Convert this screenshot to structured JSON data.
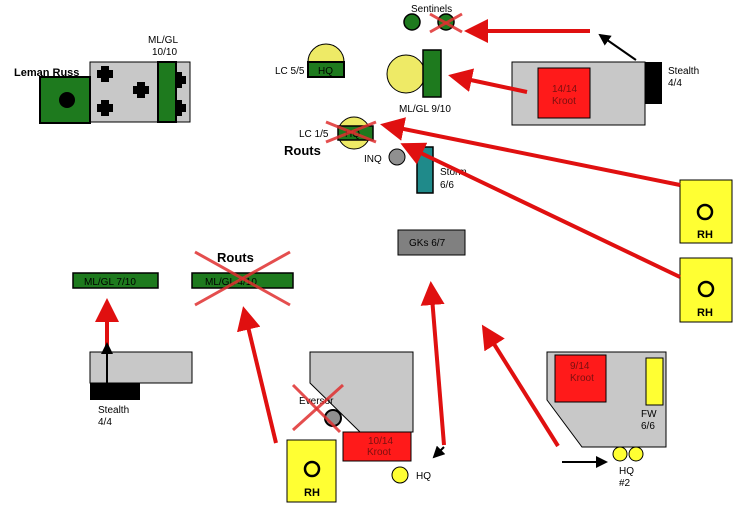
{
  "colors": {
    "green": "#1e7a1e",
    "grey": "#c8c8c8",
    "red": "#ff1a1a",
    "yellow": "#ffff33",
    "teal": "#1f8a8a",
    "dark_grey": "#808080",
    "arrow": "#e01010"
  },
  "units": {
    "leman_russ": "Leman Russ",
    "mlgl_1010": [
      "ML/GL",
      "10/10"
    ],
    "lc55": "LC 5/5",
    "lc55_hq": "HQ",
    "sentinels": "Sentinels",
    "mlgl_910": "ML/GL 9/10",
    "kroot_1414": [
      "14/14",
      "Kroot"
    ],
    "stealth_right": [
      "Stealth",
      "4/4"
    ],
    "lc15": "LC 1/5",
    "lc15_hq": "HQ",
    "routs_top": "Routs",
    "inq": "INQ",
    "storm": [
      "Storm",
      "6/6"
    ],
    "rh": "RH",
    "gks": "GKs 6/7",
    "mlgl_710": "ML/GL 7/10",
    "mlgl_410": "ML/GL 4/10",
    "routs_mid": "Routs",
    "stealth_left": [
      "Stealth",
      "4/4"
    ],
    "eversor": "Eversor",
    "kroot_1014": [
      "10/14",
      "Kroot"
    ],
    "hq": "HQ",
    "kroot_914": [
      "9/14",
      "Kroot"
    ],
    "fw": [
      "FW",
      "6/6"
    ],
    "hq2": [
      "HQ",
      "#2"
    ]
  }
}
